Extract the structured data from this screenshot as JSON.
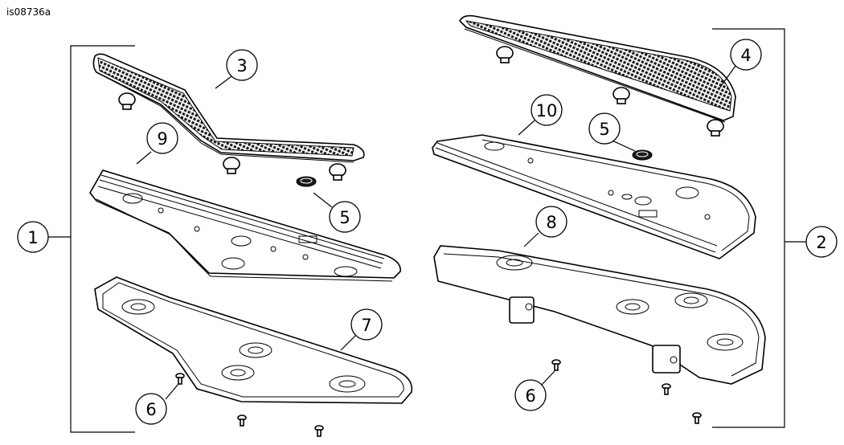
{
  "figure_id": "is08736a",
  "callouts": [
    {
      "id": "c1",
      "label": "1"
    },
    {
      "id": "c2",
      "label": "2"
    },
    {
      "id": "c3",
      "label": "3"
    },
    {
      "id": "c4",
      "label": "4"
    },
    {
      "id": "c5a",
      "label": "5"
    },
    {
      "id": "c5b",
      "label": "5"
    },
    {
      "id": "c6a",
      "label": "6"
    },
    {
      "id": "c6b",
      "label": "6"
    },
    {
      "id": "c7",
      "label": "7"
    },
    {
      "id": "c8",
      "label": "8"
    },
    {
      "id": "c9",
      "label": "9"
    },
    {
      "id": "c10",
      "label": "10"
    }
  ],
  "colors": {
    "line": "#000000",
    "background": "#ffffff",
    "tread": "#1a1a1a"
  }
}
